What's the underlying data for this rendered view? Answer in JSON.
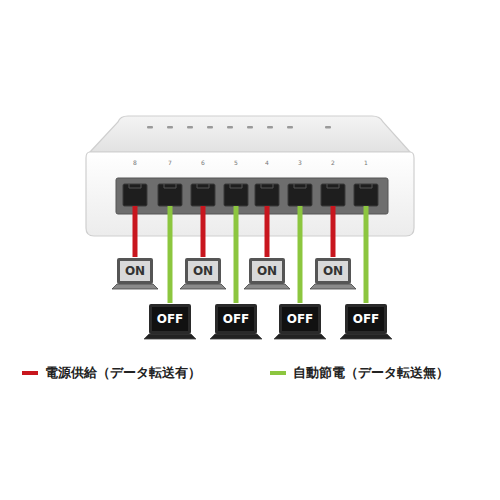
{
  "diagram": {
    "nodes": [
      {
        "text": [
          "ON"
        ]
      },
      {
        "text": [
          "ON"
        ]
      },
      {
        "text": [
          "ON"
        ]
      },
      {
        "text": [
          "ON"
        ]
      },
      {
        "text": [
          "OFF"
        ]
      },
      {
        "text": [
          "OFF"
        ]
      },
      {
        "text": [
          "OFF"
        ]
      },
      {
        "text": [
          "OFF"
        ]
      }
    ],
    "labels": [
      "8",
      "7",
      "6",
      "5",
      "4",
      "3",
      "2",
      "1"
    ],
    "legend": [
      {
        "text": "電源供給（データ転送有）",
        "color": "#c8161e"
      },
      {
        "text": "自動節電（データ転送無）",
        "color": "#8cc63f"
      }
    ]
  }
}
